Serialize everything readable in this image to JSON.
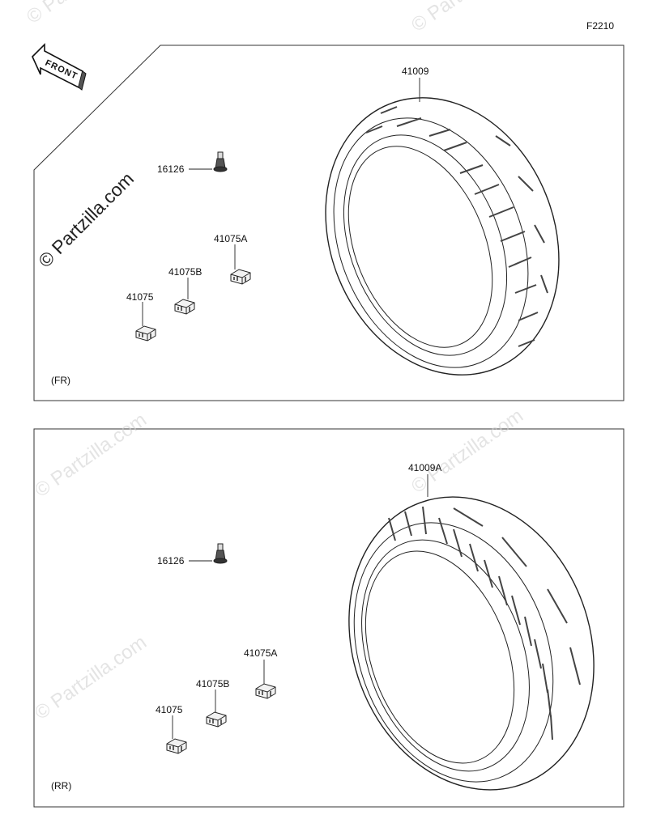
{
  "diagram_code": "F2210",
  "front_label": "FRONT",
  "watermark": "© Partzilla.com",
  "panels": [
    {
      "section": "(FR)",
      "tire": "41009",
      "valve": "16126",
      "weight": "41075",
      "weight_b": "41075B",
      "weight_a": "41075A"
    },
    {
      "section": "(RR)",
      "tire": "41009A",
      "valve": "16126",
      "weight": "41075",
      "weight_b": "41075B",
      "weight_a": "41075A"
    }
  ]
}
